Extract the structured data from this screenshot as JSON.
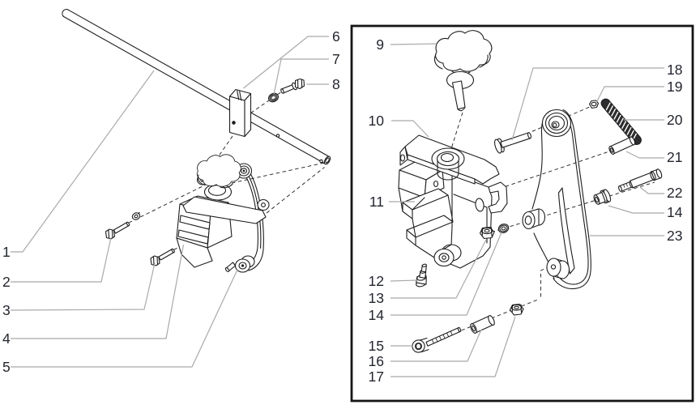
{
  "colors": {
    "background": "#ffffff",
    "line": "#1d1d1f",
    "leader": "#a9a9a9",
    "label": "#23262e",
    "box_border": "#151517",
    "spring_fill": "#2d2d2f"
  },
  "left_view": {
    "callouts": [
      "1",
      "2",
      "3",
      "4",
      "5",
      "6",
      "7",
      "8"
    ]
  },
  "right_view": {
    "callouts": [
      "9",
      "10",
      "11",
      "12",
      "13",
      "14",
      "15",
      "16",
      "17",
      "18",
      "19",
      "20",
      "21",
      "22",
      "14",
      "23"
    ]
  }
}
